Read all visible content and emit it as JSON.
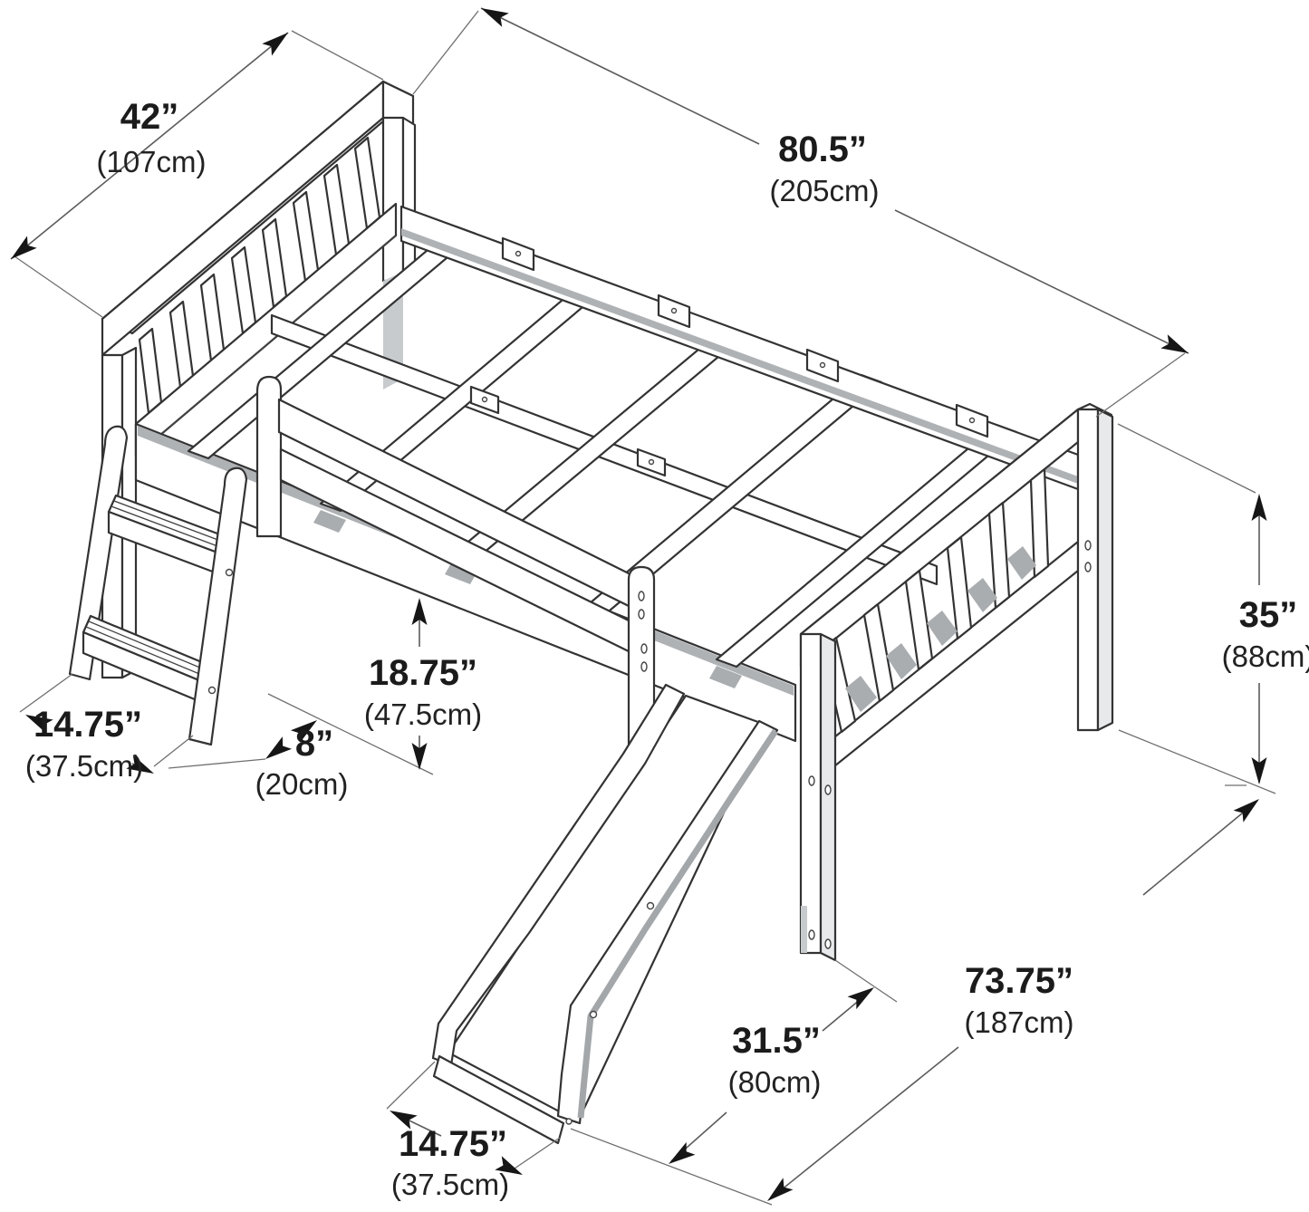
{
  "diagram": {
    "kind": "product-dimension-diagram",
    "subject": "loft bed with guardrail, ladder and slide",
    "units": [
      "inches",
      "centimeters"
    ],
    "dimensions": {
      "headboard_width": {
        "in": "42”",
        "cm": "(107cm)"
      },
      "bed_length": {
        "in": "80.5”",
        "cm": "(205cm)"
      },
      "overall_height": {
        "in": "35”",
        "cm": "(88cm)"
      },
      "under_bed_clearance": {
        "in": "18.75”",
        "cm": "(47.5cm)"
      },
      "ladder_depth": {
        "in": "14.75”",
        "cm": "(37.5cm)"
      },
      "ladder_slide_gap": {
        "in": "8”",
        "cm": "(20cm)"
      },
      "slide_bottom_width": {
        "in": "14.75”",
        "cm": "(37.5cm)"
      },
      "slide_floor_reach": {
        "in": "31.5”",
        "cm": "(80cm)"
      },
      "floor_length": {
        "in": "73.75”",
        "cm": "(187cm)"
      }
    },
    "line_color": "#333333",
    "shade_color": "#a9adb0",
    "text_color": "#1b1b1b"
  }
}
